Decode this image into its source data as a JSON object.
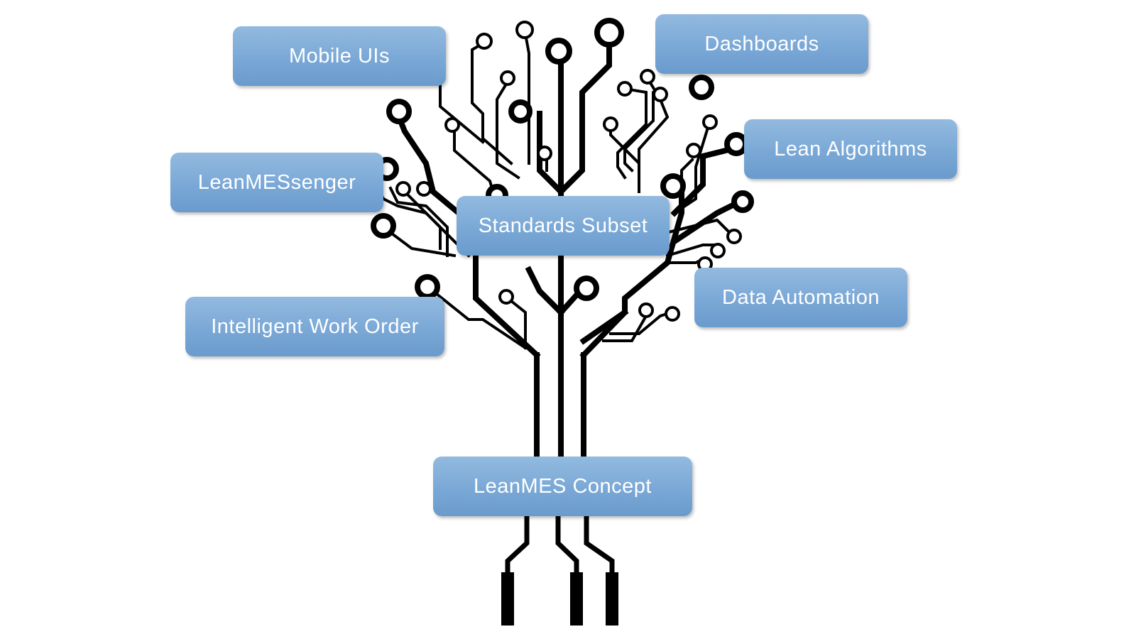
{
  "diagram": {
    "nodes": {
      "mobile_uis": "Mobile UIs",
      "dashboards": "Dashboards",
      "lean_algorithms": "Lean Algorithms",
      "leanmessenger": "LeanMESsenger",
      "standards_subset": "Standards Subset",
      "data_automation": "Data Automation",
      "intelligent_work_order": "Intelligent Work Order",
      "leanmes_concept": "LeanMES Concept"
    },
    "colors": {
      "box_fill": "#7aa8d6",
      "box_text": "#ffffff",
      "circuit_line": "#000000"
    }
  }
}
